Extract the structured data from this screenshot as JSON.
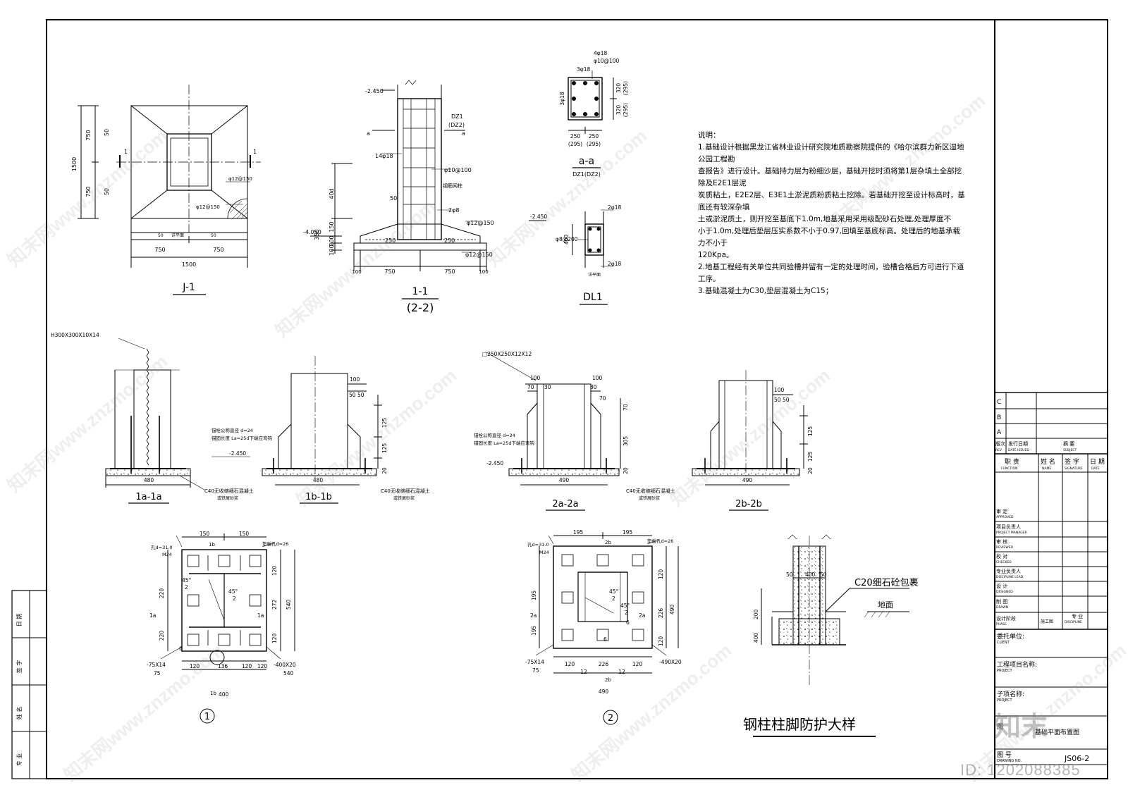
{
  "drawings": {
    "j1": {
      "caption": "J-1",
      "dims": {
        "total": "1500",
        "half": "750",
        "d50": "50",
        "section_mark": "1",
        "bar": "φ12@150",
        "plan_note": "详平面"
      }
    },
    "s11": {
      "caption": "1-1",
      "caption2": "(2-2)",
      "elev_top": "-2.450",
      "elev_bot": "-4.050",
      "col_label": "DZ1",
      "col_label2": "(DZ2)",
      "sec_a": "a",
      "bars": [
        "14φ18",
        "φ10@100",
        "钢筋网柱",
        "2φ8",
        "φ12@150",
        "φ12@150"
      ],
      "dims": [
        "40d",
        "350",
        "150",
        "200",
        "100",
        "50",
        "250",
        "250",
        "100",
        "750",
        "750",
        "100"
      ]
    },
    "aa": {
      "caption": "a-a",
      "caption2": "DZ1(DZ2)",
      "bars": [
        "4φ18",
        "φ10@100",
        "3φ18",
        "3φ18"
      ],
      "dims": [
        "320",
        "(295)",
        "320",
        "(295)",
        "250",
        "250",
        "(295)",
        "(295)"
      ]
    },
    "dl1": {
      "caption": "DL1",
      "elev": "-2.450",
      "bars": [
        "2φ18",
        "φ8@200",
        "2φ18"
      ],
      "dims": [
        "400",
        "详平面"
      ]
    },
    "s1a": {
      "caption": "1a-1a",
      "steel": "H300X300X10X14",
      "anchor1": "锚栓公称直径 d=24",
      "anchor2": "锚固长度 La=25d下端应弯钩",
      "elev": "-2.450",
      "grout": "C40无收缩细石混凝土",
      "grout2": "或铁屑砂浆",
      "width": "480"
    },
    "s1b": {
      "caption": "1b-1b",
      "width": "480",
      "dims": [
        "100",
        "50",
        "50",
        "125",
        "125",
        "20"
      ]
    },
    "s2a": {
      "caption": "2a-2a",
      "steel": "□250X250X12X12",
      "anchor1": "锚栓公称直径 d=24",
      "anchor2": "锚固长度 La=25d下端应弯钩",
      "elev": "-2.450",
      "grout": "C40无收缩细石混凝土",
      "grout2": "或铁屑砂浆",
      "width": "490",
      "dims": [
        "100",
        "70",
        "30",
        "100",
        "30",
        "70",
        "70",
        "305",
        "20"
      ]
    },
    "s2b": {
      "caption": "2b-2b",
      "width": "490",
      "dims": [
        "100",
        "50",
        "50",
        "125",
        "125",
        "20"
      ]
    },
    "p1": {
      "caption": "1",
      "plate": "垫板孔d=26",
      "hole": "孔d=31.0",
      "bolt": "M24",
      "angle": "45°",
      "w2": "2",
      "w6": "6",
      "stiff": "-75X14",
      "stiff2": "75",
      "baseplate": "-400X20",
      "dims_top": [
        "150",
        "150"
      ],
      "dims_bot": [
        "120",
        "136",
        "120",
        "120"
      ],
      "dims_left": [
        "220",
        "220"
      ],
      "dims_right": [
        "120",
        "272",
        "120",
        "540"
      ],
      "tot_b": "540",
      "tot_b2": "400",
      "marks": [
        "1b",
        "1a",
        "1a",
        "1b"
      ]
    },
    "p2": {
      "caption": "2",
      "plate": "垫板孔d=26",
      "hole": "孔d=31.0",
      "bolt": "M24",
      "angle": "45°",
      "w2": "2",
      "w6": "6",
      "stiff": "-75X14",
      "stiff2": "75",
      "baseplate": "-490X20",
      "dims_top": [
        "195",
        "195"
      ],
      "dims_bot": [
        "120",
        "226",
        "120",
        "12",
        "12"
      ],
      "dims_left": [
        "195",
        "195"
      ],
      "dims_right": [
        "120",
        "226",
        "120",
        "490"
      ],
      "tot_b": "490",
      "marks": [
        "2b",
        "2a",
        "2a",
        "2b"
      ]
    },
    "prot": {
      "caption": "钢柱柱脚防护大样",
      "note": "C20细石砼包裹",
      "ground": "地面",
      "dims": [
        "50",
        "400",
        "50",
        "200",
        "400"
      ]
    }
  },
  "notes": {
    "title": "说明：",
    "lines": [
      "1.基础设计根据黑龙江省林业设计研究院地质勘察院提供的《哈尔滨群力新区湿地公园工程勘",
      "查报告》进行设计。基础持力层为粉细沙层，基础开挖时须将第1层杂填土全部挖除及E2E1层泥",
      "炭质粘土，E2E2层、E3E1土淤泥质粉质粘土挖除。若基础开挖至设计标高时，基底还有较深杂填",
      "土或淤泥质土，则开挖至基底下1.0m,地基采用采用级配砂石处理,处理厚度不",
      "小于1.0m,处理后垫层压实系数不小于0.97,回填至基底标高。处理后的地基承载力不小于",
      "120Kpa。",
      "2.地基工程经有关单位共同验槽并留有一定的处理时间，验槽合格后方可进行下道工序。",
      "3.基础混凝土为C30,垫层混凝土为C15；"
    ]
  },
  "title_block": {
    "revs": [
      "C",
      "B",
      "A"
    ],
    "rev_hdr": [
      "版次",
      "发行日期",
      "摘  要"
    ],
    "rev_hdr_en": [
      "REV",
      "DATE ISSUED",
      "SUBJECT"
    ],
    "func_hdr": [
      "职 责",
      "姓 名",
      "签 字",
      "日 期"
    ],
    "func_hdr_en": [
      "FUNCTION",
      "NAME",
      "SIGNATURE",
      "DATE"
    ],
    "roles": [
      {
        "cn": "审  定",
        "en": "APPROVED"
      },
      {
        "cn": "项目负责人",
        "en": "PROJECT MANAGER"
      },
      {
        "cn": "审  核",
        "en": "REVIEWED"
      },
      {
        "cn": "校  对",
        "en": "CHECKED"
      },
      {
        "cn": "专业负责人",
        "en": "DISCIPLINE LEAD"
      },
      {
        "cn": "设  计",
        "en": "DESIGNED"
      },
      {
        "cn": "制  图",
        "en": "DRAWN"
      }
    ],
    "phase": {
      "cn": "设计阶段",
      "en": "PHASE",
      "value": "施工图",
      "disc_cn": "专 业",
      "disc_en": "DISCIPLINE"
    },
    "client": {
      "cn": "委托单位:",
      "en": "CLIENT"
    },
    "project": {
      "cn": "工程项目名称:",
      "en": "PROJECT"
    },
    "subproject": {
      "cn": "子项名称:",
      "en": "PROJECT"
    },
    "drawing_name": {
      "cn": "图",
      "value": "基础平面布置图"
    },
    "drawing_no": {
      "cn": "图  号",
      "en": "DRAWING NO.",
      "value": "JS06-2"
    },
    "left_strip": [
      "日 期",
      "签 字",
      "姓 名",
      "专 业"
    ]
  },
  "watermark": {
    "text": "知末网www.znzmo.com",
    "logo": "知末",
    "id": "ID: 1202088385"
  }
}
